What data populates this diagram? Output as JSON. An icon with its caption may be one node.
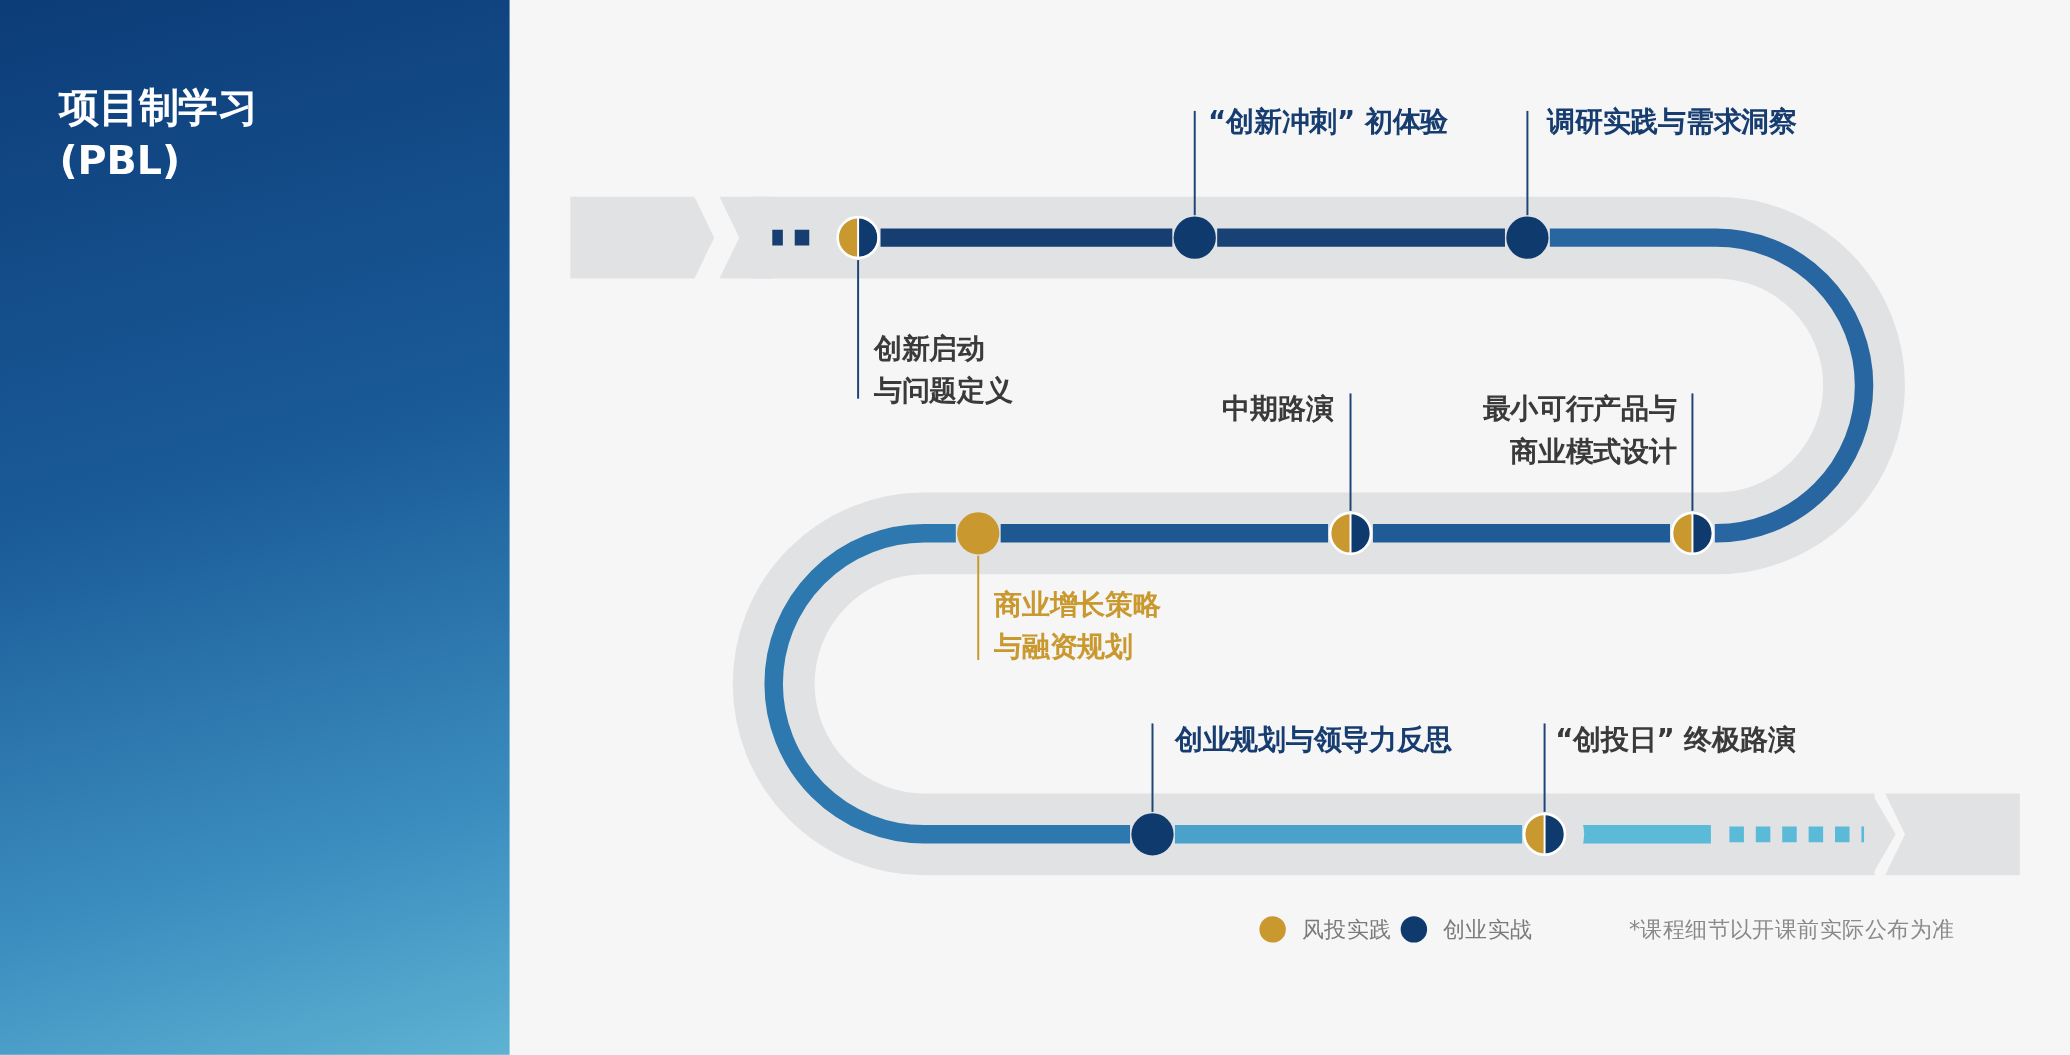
{
  "diagram": {
    "title": "项目制学习 (PBL)",
    "nodes": [
      {
        "text": [
          "创新启动与问题定义"
        ]
      },
      {
        "text": [],
        "shape": "circle"
      },
      {
        "text": [
          "“创新冲刺” 初体验"
        ]
      },
      {
        "text": [],
        "shape": "circle"
      },
      {
        "text": [
          "调研实践与需求洞察"
        ]
      },
      {
        "text": [],
        "shape": "circle"
      },
      {
        "text": [
          "最小可行产品与商业模式设计"
        ]
      },
      {
        "text": [],
        "shape": "circle"
      },
      {
        "text": [
          "中期路演"
        ]
      },
      {
        "text": [],
        "shape": "circle"
      },
      {
        "text": [
          "商业增长策略与融资规划"
        ]
      },
      {
        "text": [],
        "shape": "circle"
      },
      {
        "text": [
          "创业规划与领导力反思"
        ]
      },
      {
        "text": [],
        "shape": "circle"
      },
      {
        "text": [
          "“创投日” 终极路演"
        ]
      },
      {
        "text": [],
        "shape": "circle"
      }
    ],
    "edges": [
      {
        "from": 0,
        "to": 1,
        "arrow": "none",
        "color": "#1f4477"
      },
      {
        "from": 2,
        "to": 3,
        "arrow": "none",
        "color": "#1f4477"
      },
      {
        "from": 4,
        "to": 5,
        "arrow": "none",
        "color": "#1f4477"
      },
      {
        "from": 6,
        "to": 7,
        "arrow": "none",
        "color": "#1f4477"
      },
      {
        "from": 8,
        "to": 9,
        "arrow": "none",
        "color": "#1f4477"
      },
      {
        "from": 10,
        "to": 11,
        "arrow": "none",
        "color": "#c9982e"
      },
      {
        "from": 12,
        "to": 13,
        "arrow": "none",
        "color": "#1f4477"
      },
      {
        "from": 14,
        "to": 15,
        "arrow": "none",
        "color": "#1f4477"
      },
      {
        "from": 1,
        "to": 3,
        "arrow": "none",
        "style": "thick",
        "color": "#163e70"
      },
      {
        "from": 3,
        "to": 5,
        "arrow": "none",
        "style": "thick",
        "color": "#184275"
      },
      {
        "from": 5,
        "to": 7,
        "arrow": "none",
        "style": "thick",
        "color": "#2766a0"
      },
      {
        "from": 7,
        "to": 9,
        "arrow": "none",
        "style": "thick",
        "color": "#1f5c95"
      },
      {
        "from": 9,
        "to": 11,
        "arrow": "none",
        "style": "thick",
        "color": "#1d5990"
      },
      {
        "from": 11,
        "to": 13,
        "arrow": "none",
        "style": "thick",
        "color": "#2d78ae"
      },
      {
        "from": 13,
        "to": 15,
        "arrow": "none",
        "style": "thick",
        "color": "#4aa2cb"
      }
    ],
    "labels": [
      "*课程细节以开课前实际公布为准"
    ],
    "legend": [
      {
        "text": "风投实践",
        "color": "#c9982e"
      },
      {
        "text": "创业实战",
        "color": "#0f3a6e"
      }
    ]
  }
}
